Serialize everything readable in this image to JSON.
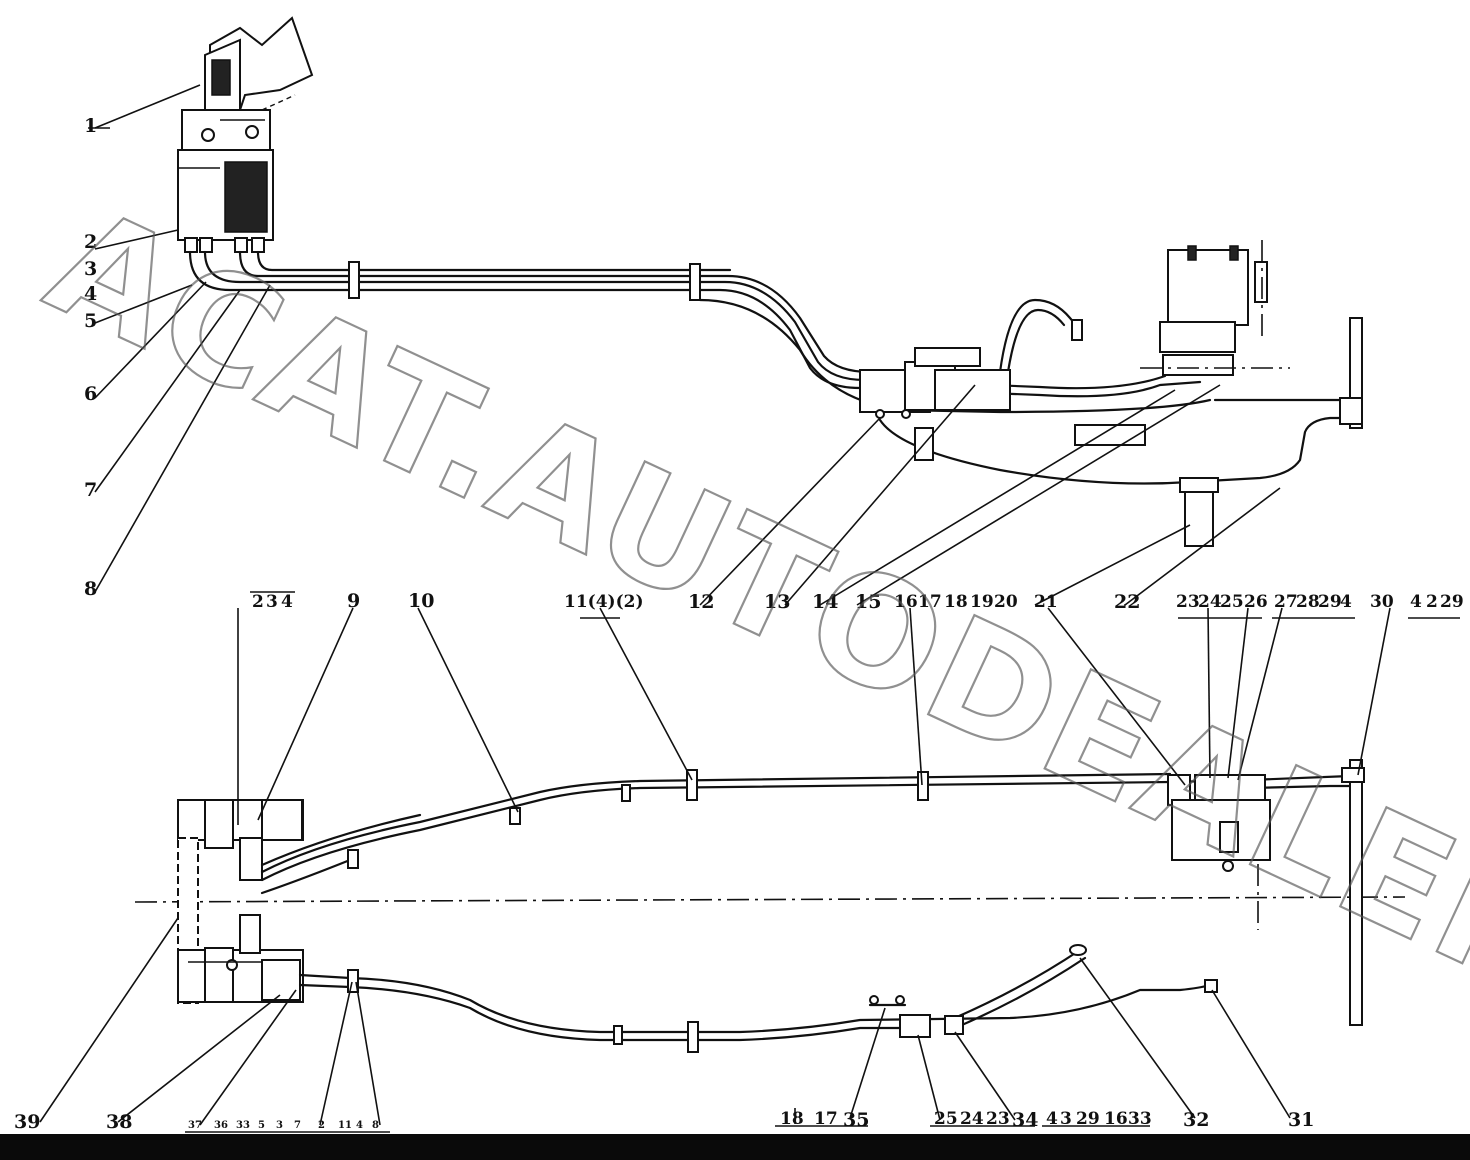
{
  "watermark": "ACAT.AUTODEALER.RU",
  "callouts": {
    "c1": "1",
    "c2": "2",
    "c3": "3",
    "c4": "4",
    "c5": "5",
    "c6": "6",
    "c7": "7",
    "c8": "8",
    "c9": "9",
    "c10": "10",
    "c11": "11(4)(2)",
    "c12": "12",
    "c13": "13",
    "c14": "14",
    "c15": "15",
    "c16": "16",
    "c17": "17",
    "c18": "18",
    "c19": "19",
    "c20": "20",
    "c21": "21",
    "c22": "22",
    "c23": "23",
    "c24": "24",
    "c25": "25",
    "c26": "26",
    "c27": "27",
    "c28": "28",
    "c29": "29",
    "c4b": "4",
    "c30": "30",
    "c4c": "4",
    "c2c": "2",
    "c29c": "29",
    "c2a": "2",
    "c3a": "3",
    "c4a": "4",
    "c39": "39",
    "c38": "38",
    "c31": "31",
    "c32": "32",
    "c33": "33",
    "c34": "34",
    "c35": "35",
    "b18": "18",
    "b17": "17",
    "b25": "25",
    "b24": "24",
    "b23": "23",
    "b4": "4",
    "b3": "3",
    "b29": "29",
    "b16": "16",
    "s37": "37",
    "s36": "36",
    "s33": "33",
    "s5": "5",
    "s3": "3",
    "s7": "7",
    "s2": "2",
    "s11": "11",
    "s4": "4",
    "s8": "8"
  }
}
